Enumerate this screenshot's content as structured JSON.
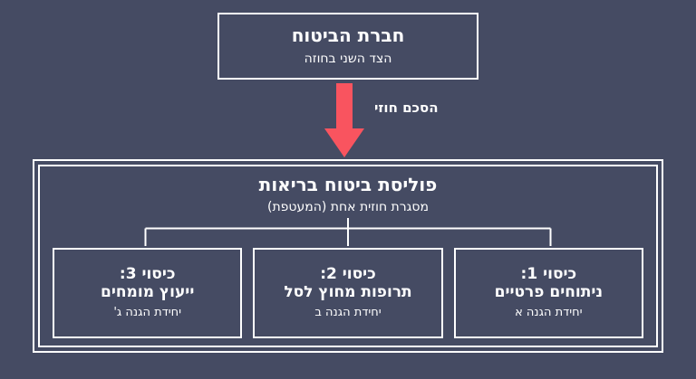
{
  "diagram": {
    "background_color": "#454B63",
    "line_color": "#FFFFFF",
    "accent_color": "#F9545F",
    "top_box": {
      "title": "חברת הביטוח",
      "subtitle": "הצד השני בחוזה"
    },
    "arrow": {
      "label": "הסכם חוזי",
      "color": "#F9545F",
      "direction": "down"
    },
    "policy": {
      "title": "פוליסת ביטוח בריאות",
      "subtitle": "מסגרת חוזית אחת (המעטפת)",
      "coverages": [
        {
          "heading": "כיסוי 1:",
          "name": "ניתוחים פרטיים",
          "unit": "יחידת הגנה א"
        },
        {
          "heading": "כיסוי 2:",
          "name": "תרופות מחוץ לסל",
          "unit": "יחידת הגנה ב"
        },
        {
          "heading": "כיסוי 3:",
          "name": "ייעוץ מומחים",
          "unit": "יחידת הגנה ג'"
        }
      ]
    }
  }
}
